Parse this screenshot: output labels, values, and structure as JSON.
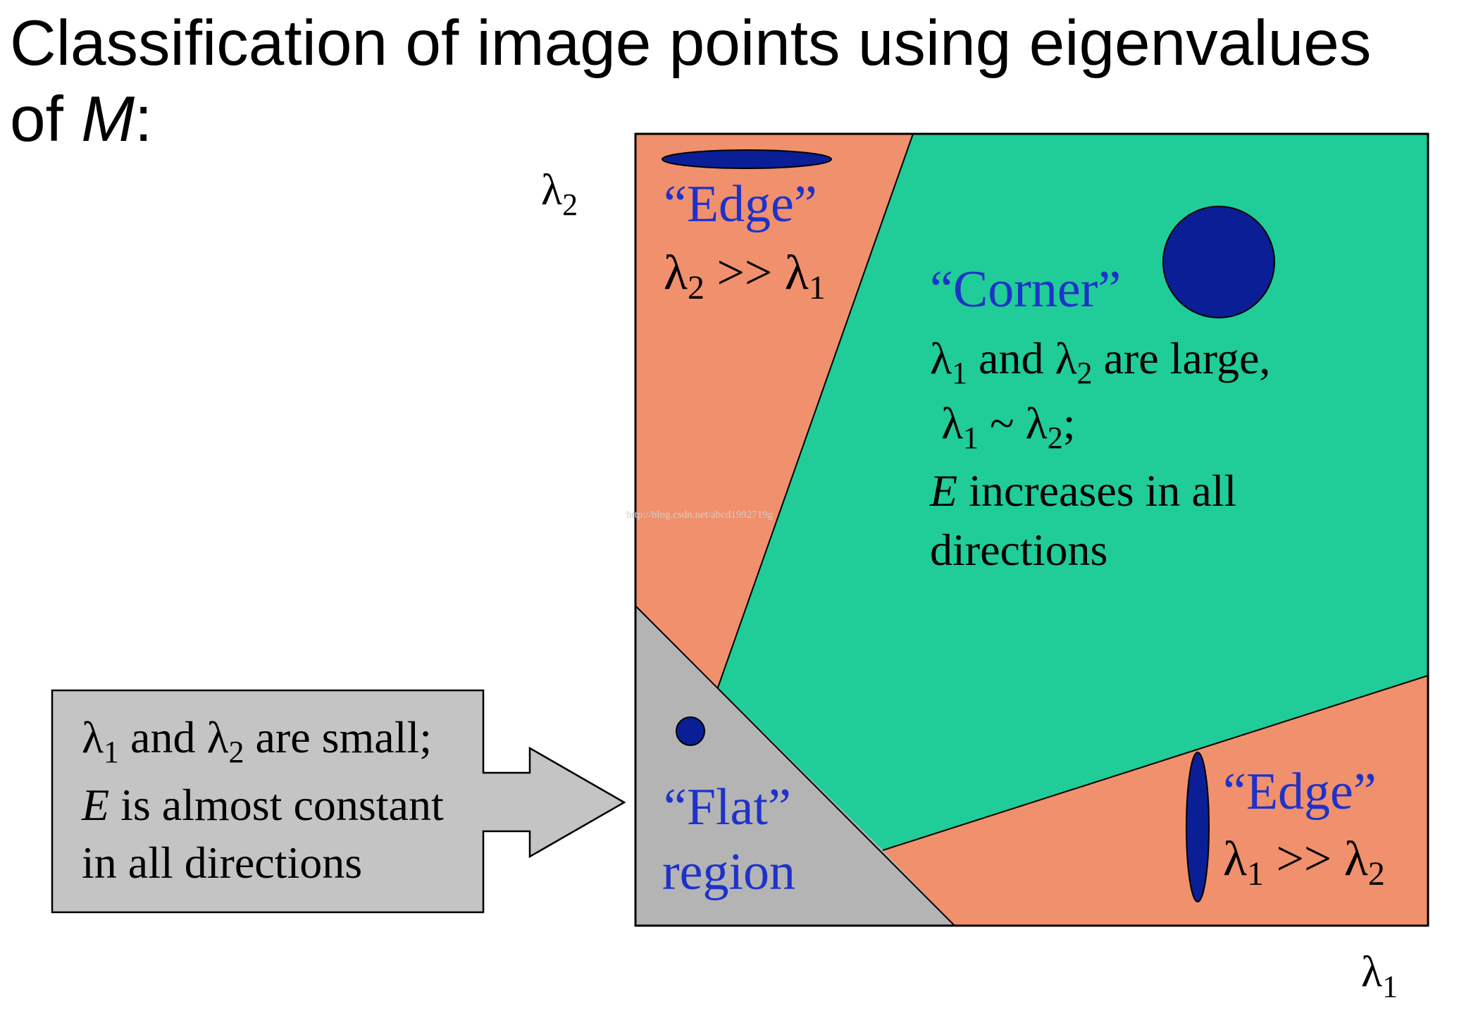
{
  "title": {
    "line1": "Classification of image points using eigenvalues",
    "line2_prefix": "of ",
    "line2_var": "M",
    "line2_suffix": ":"
  },
  "axes": {
    "y_symbol": "λ",
    "y_sub": "2",
    "x_symbol": "λ",
    "x_sub": "1"
  },
  "regions": {
    "edge_top": {
      "label": "“Edge”",
      "cond_a": "λ",
      "cond_a_sub": "2",
      "cond_op": " >> ",
      "cond_b": "λ",
      "cond_b_sub": "1"
    },
    "corner": {
      "label": "“Corner”",
      "line1_a": "λ",
      "line1_a_sub": "1",
      "line1_mid": " and ",
      "line1_b": "λ",
      "line1_b_sub": "2",
      "line1_end": " are large,",
      "line2_a": "λ",
      "line2_a_sub": "1",
      "line2_mid": " ~ ",
      "line2_b": "λ",
      "line2_b_sub": "2",
      "line2_end": ";",
      "line3_var": "E",
      "line3_rest": " increases in all",
      "line4": "directions"
    },
    "flat": {
      "line1": "“Flat”",
      "line2": "region"
    },
    "edge_bottom": {
      "label": "“Edge”",
      "cond_a": "λ",
      "cond_a_sub": "1",
      "cond_op": " >> ",
      "cond_b": "λ",
      "cond_b_sub": "2"
    }
  },
  "callout": {
    "line1_a": "λ",
    "line1_a_sub": "1",
    "line1_mid": " and ",
    "line1_b": "λ",
    "line1_b_sub": "2",
    "line1_end": " are small;",
    "line2_var": "E",
    "line2_rest": " is almost constant",
    "line3": "in all directions"
  },
  "watermark": "http://blog.csdn.net/abcd1992719g",
  "colors": {
    "edge_fill": "#F0906C",
    "corner_fill": "#20CC98",
    "flat_fill": "#B4B4B4",
    "callout_fill": "#C4C4C4",
    "ellipse_fill": "#0A1E96",
    "label_blue": "#1E32C8",
    "text": "#000000"
  }
}
